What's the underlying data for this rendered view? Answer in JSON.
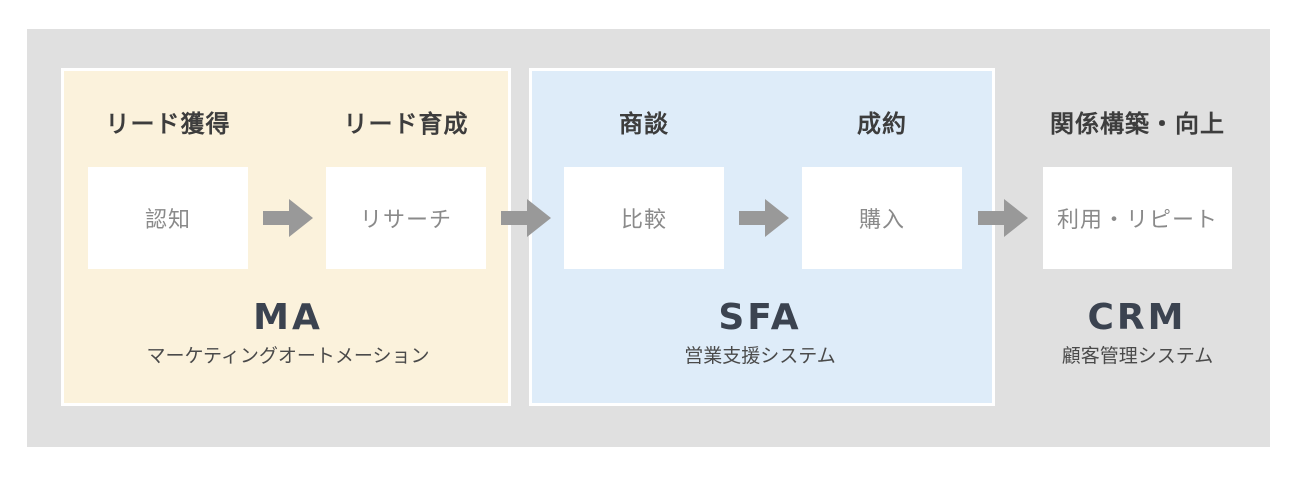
{
  "stages": {
    "lead_acquisition": "リード獲得",
    "lead_nurturing": "リード育成",
    "negotiation": "商談",
    "contract": "成約",
    "relationship": "関係構築・向上"
  },
  "steps": {
    "awareness": "認知",
    "research": "リサーチ",
    "comparison": "比較",
    "purchase": "購入",
    "use_repeat": "利用・リピート"
  },
  "systems": {
    "ma": {
      "name": "MA",
      "description": "マーケティングオートメーション"
    },
    "sfa": {
      "name": "SFA",
      "description": "営業支援システム"
    },
    "crm": {
      "name": "CRM",
      "description": "顧客管理システム"
    }
  },
  "colors": {
    "background": "#e0e0e0",
    "ma_panel": "#fbf2dc",
    "sfa_panel": "#deecf9",
    "arrow": "#999999",
    "system_name": "#3b4350"
  },
  "icons": {
    "arrow": "arrow-right-icon"
  }
}
